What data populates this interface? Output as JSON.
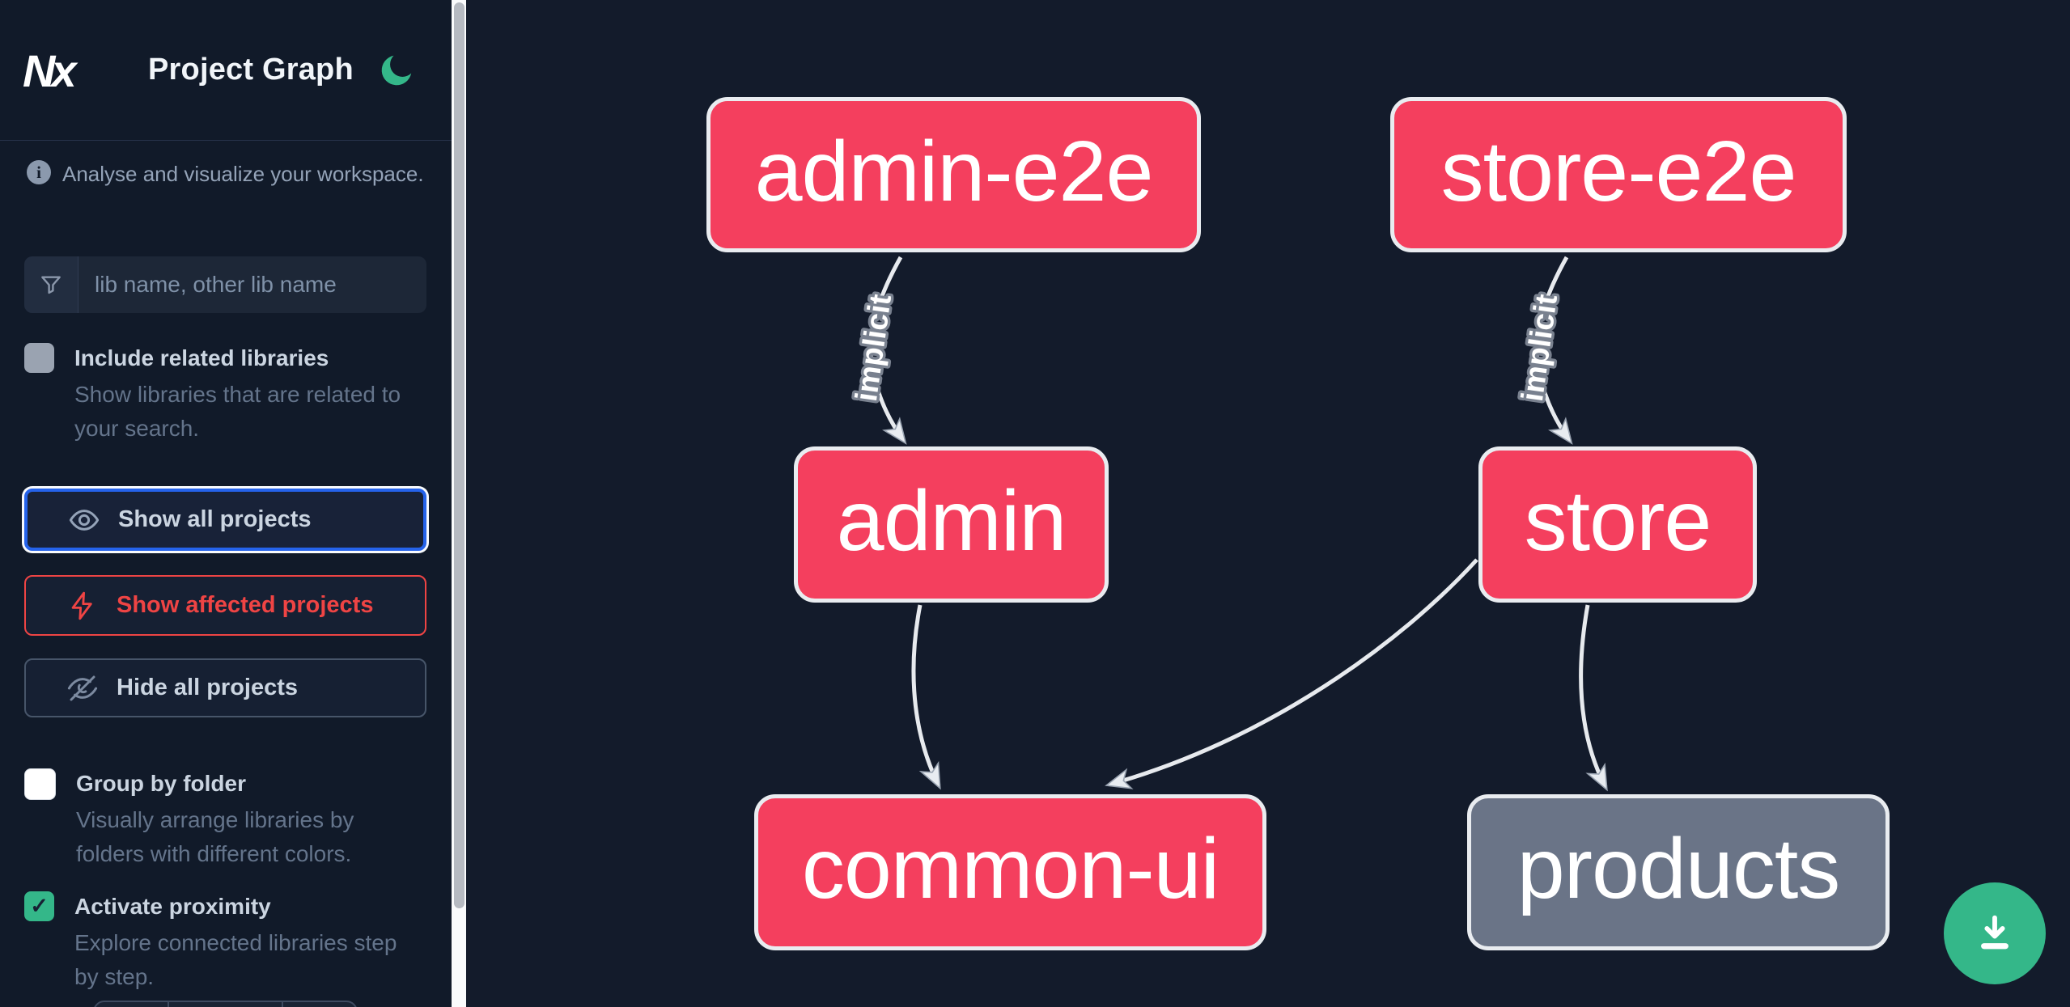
{
  "app": {
    "logo_text": "Nx",
    "title": "Project Graph"
  },
  "sidebar": {
    "tagline": "Analyse and visualize your workspace.",
    "search_placeholder": "lib name, other lib name",
    "include_related": {
      "label": "Include related libraries",
      "desc1": "Show libraries that are related to",
      "desc2": "your search.",
      "checked": false
    },
    "buttons": {
      "show_all": "Show all projects",
      "show_affected": "Show affected projects",
      "hide_all": "Hide all projects"
    },
    "group_by_folder": {
      "label": "Group by folder",
      "desc1": "Visually arrange libraries by",
      "desc2": "folders with different colors.",
      "checked": false
    },
    "activate_proximity": {
      "label": "Activate proximity",
      "desc1": "Explore connected libraries step",
      "desc2": "by step.",
      "checked": true,
      "checkmark": "✓"
    }
  },
  "graph": {
    "nodes": [
      {
        "label": "admin-e2e",
        "status": "affected"
      },
      {
        "label": "store-e2e",
        "status": "affected"
      },
      {
        "label": "admin",
        "status": "affected"
      },
      {
        "label": "store",
        "status": "affected"
      },
      {
        "label": "common-ui",
        "status": "affected"
      },
      {
        "label": "products",
        "status": "normal"
      }
    ],
    "edges": [
      {
        "from": "admin-e2e",
        "to": "admin",
        "label": "implicit"
      },
      {
        "from": "store-e2e",
        "to": "store",
        "label": "implicit"
      },
      {
        "from": "admin",
        "to": "common-ui",
        "label": ""
      },
      {
        "from": "store",
        "to": "common-ui",
        "label": ""
      },
      {
        "from": "store",
        "to": "products",
        "label": ""
      }
    ]
  },
  "colors": {
    "affected_node": "#f43f5e",
    "normal_node": "#6a7487",
    "focus_ring_blue": "#2563eb",
    "affected_red": "#ef4444",
    "accent_green": "#34b789",
    "edge": "#e7eaee",
    "background": "#131b2b"
  },
  "icons": {
    "theme": "moon-icon",
    "info": "info-icon",
    "search": "filter-funnel-icon",
    "show_all": "eye-icon",
    "show_affected": "lightning-bolt-icon",
    "hide_all": "eye-off-icon",
    "fab": "download-icon"
  }
}
